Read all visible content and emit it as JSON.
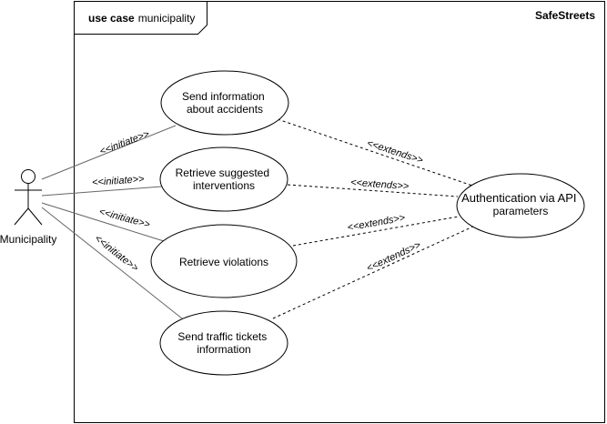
{
  "frame": {
    "keyword": "use case",
    "name": "municipality",
    "system": "SafeStreets"
  },
  "actor": {
    "name": "Municipality"
  },
  "use_cases": [
    {
      "id": "uc-send-accidents",
      "lines": [
        "Send information",
        "about accidents"
      ]
    },
    {
      "id": "uc-retrieve-interventions",
      "lines": [
        "Retrieve suggested",
        "interventions"
      ]
    },
    {
      "id": "uc-retrieve-violations",
      "lines": [
        "Retrieve violations"
      ]
    },
    {
      "id": "uc-send-tickets",
      "lines": [
        "Send traffic tickets",
        "information"
      ]
    },
    {
      "id": "uc-authentication",
      "lines": [
        "Authentication via API",
        "parameters"
      ]
    }
  ],
  "relations": {
    "initiate_label": "<<initiate>>",
    "extends_label": "<<extends>>"
  },
  "colors": {
    "stroke": "#000000",
    "association": "#666666",
    "background": "#ffffff"
  }
}
